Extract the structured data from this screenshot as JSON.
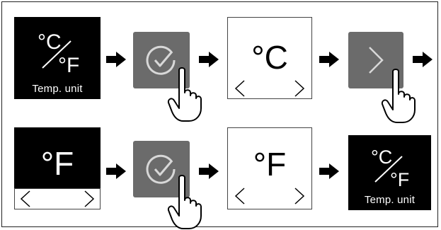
{
  "steps": {
    "unit_tile_label": "Temp. unit",
    "unit_tile_symbol": "°C/°F",
    "celsius_display": "°C",
    "fahrenheit_display": "°F"
  },
  "icons": {
    "flow_arrow": "arrow-right-icon",
    "confirm": "checkmark-circle-icon",
    "next": "chevron-right-icon",
    "nav_left": "chevron-left-icon",
    "nav_right": "chevron-right-icon",
    "finger": "pointing-hand-icon"
  },
  "colors": {
    "dark_tile": "#000000",
    "button_tile": "#6b6b6b",
    "icon_light": "#d8d8d8"
  }
}
